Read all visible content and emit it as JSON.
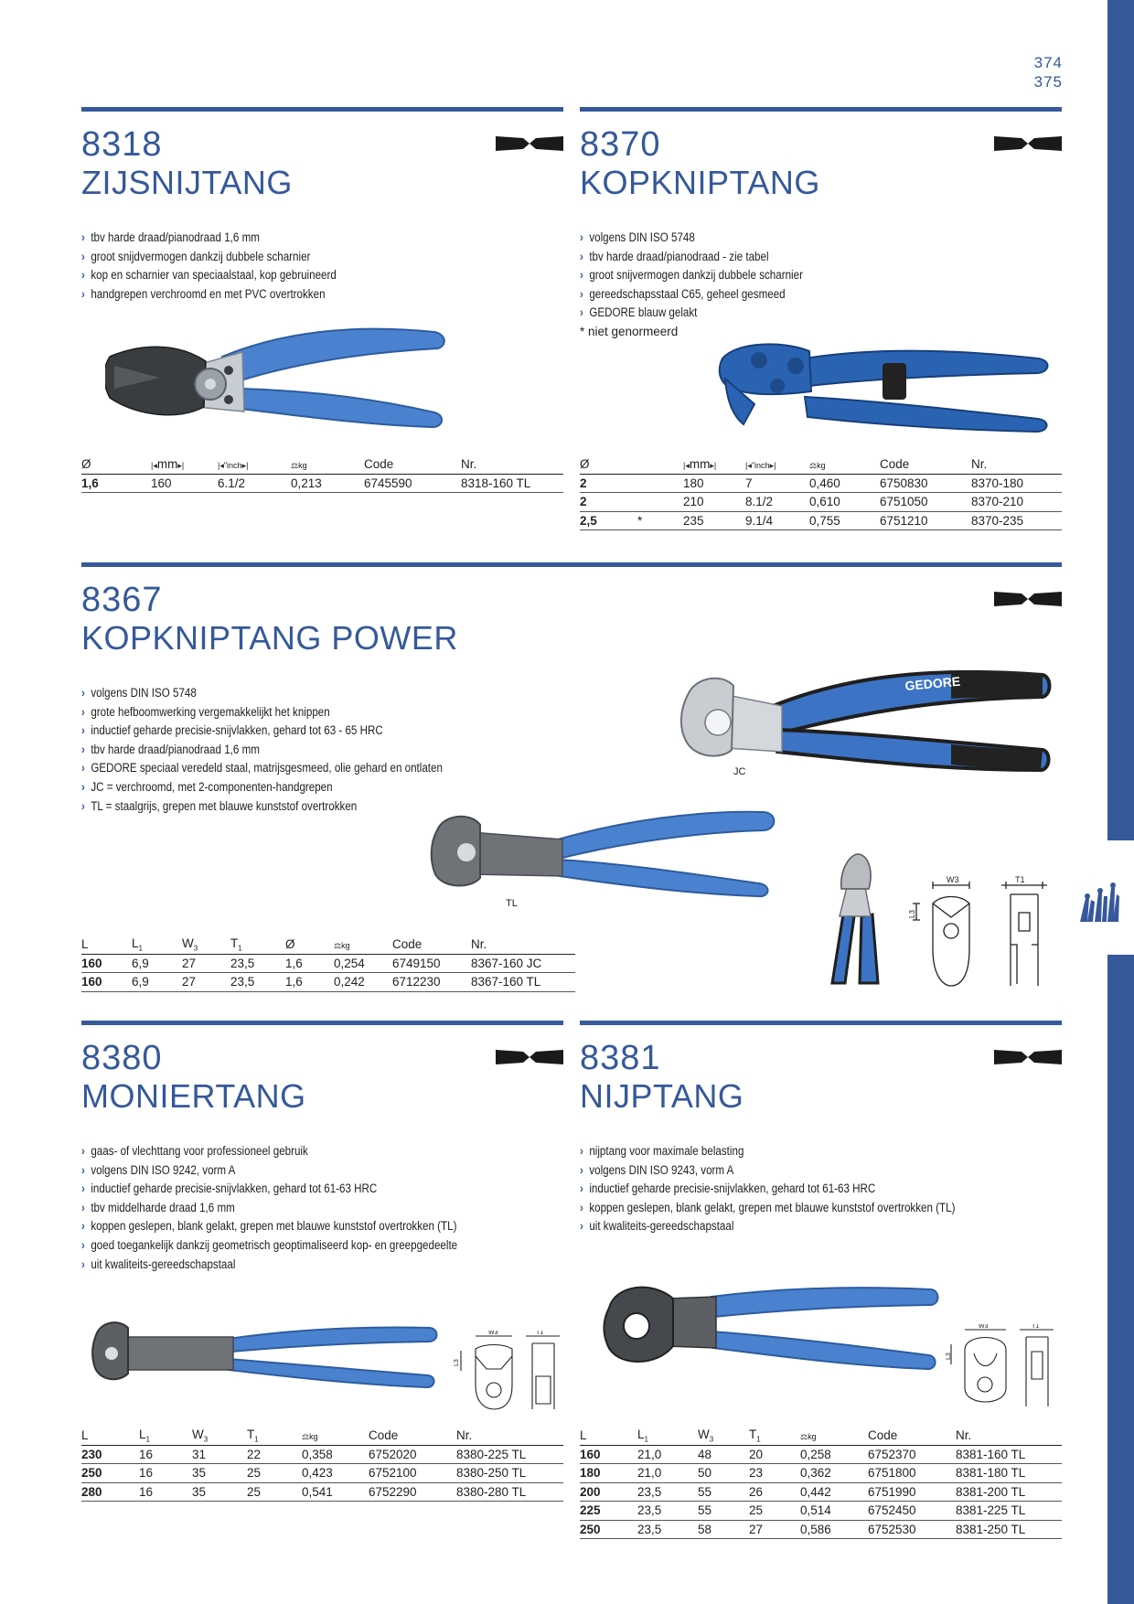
{
  "page": {
    "numbers": [
      "374",
      "375"
    ]
  },
  "colors": {
    "brand_blue": "#35599a",
    "handle_blue": "#4a82cf",
    "steel": "#6f7378",
    "dark": "#1a1a1a"
  },
  "sections": {
    "s8318": {
      "code": "8318",
      "name": "ZIJSNIJTANG",
      "features": [
        "tbv harde draad/pianodraad 1,6 mm",
        "groot snijdvermogen dankzij dubbele scharnier",
        "kop en scharnier van speciaalstaal, kop gebruineerd",
        "handgrepen verchroomd en met PVC overtrokken"
      ],
      "headers": [
        "Ø",
        "mm",
        "\"inch",
        "kg",
        "Code",
        "Nr."
      ],
      "rows": [
        [
          "1,6",
          "160",
          "6.1/2",
          "0,213",
          "6745590",
          "8318-160 TL"
        ]
      ]
    },
    "s8370": {
      "code": "8370",
      "name": "KOPKNIPTANG",
      "features": [
        "volgens DIN ISO 5748",
        "tbv harde draad/pianodraad - zie tabel",
        "groot snijvermogen dankzij dubbele scharnier",
        "gereedschapsstaal C65, geheel gesmeed",
        "GEDORE blauw gelakt"
      ],
      "note": "* niet genormeerd",
      "headers": [
        "Ø",
        "",
        "mm",
        "\"inch",
        "kg",
        "Code",
        "Nr."
      ],
      "rows": [
        [
          "2",
          "",
          "180",
          "7",
          "0,460",
          "6750830",
          "8370-180"
        ],
        [
          "2",
          "",
          "210",
          "8.1/2",
          "0,610",
          "6751050",
          "8370-210"
        ],
        [
          "2,5",
          "*",
          "235",
          "9.1/4",
          "0,755",
          "6751210",
          "8370-235"
        ]
      ]
    },
    "s8367": {
      "code": "8367",
      "name": "KOPKNIPTANG POWER",
      "features": [
        "volgens DIN ISO 5748",
        "grote hefboomwerking vergemakkelijkt het knippen",
        "inductief geharde precisie-snijvlakken, gehard tot 63 - 65 HRC",
        "tbv harde draad/pianodraad 1,6 mm",
        "GEDORE speciaal veredeld staal, matrijsgesmeed, olie gehard en ontlaten",
        "JC = verchroomd, met 2-componenten-handgrepen",
        "TL = staalgrijs, grepen met blauwe kunststof overtrokken"
      ],
      "caption_jc": "JC",
      "caption_tl": "TL",
      "brand": "GEDORE",
      "headers": [
        "L",
        "L1",
        "W3",
        "T1",
        "Ø",
        "kg",
        "Code",
        "Nr."
      ],
      "rows": [
        [
          "160",
          "6,9",
          "27",
          "23,5",
          "1,6",
          "0,254",
          "6749150",
          "8367-160 JC"
        ],
        [
          "160",
          "6,9",
          "27",
          "23,5",
          "1,6",
          "0,242",
          "6712230",
          "8367-160 TL"
        ]
      ],
      "dims": {
        "w3": "W3",
        "t1": "T1",
        "l3": "L3"
      }
    },
    "s8380": {
      "code": "8380",
      "name": "MONIERTANG",
      "features": [
        "gaas- of vlechttang voor professioneel gebruik",
        "volgens DIN ISO 9242,  vorm A",
        "inductief geharde precisie-snijvlakken, gehard tot 61-63 HRC",
        "tbv middelharde draad 1,6 mm",
        "koppen geslepen, blank gelakt, grepen met blauwe kunststof overtrokken (TL)",
        "goed toegankelijk dankzij geometrisch geoptimaliseerd kop- en greepgedeelte",
        "uit kwaliteits-gereedschapstaal"
      ],
      "headers": [
        "L",
        "L1",
        "W3",
        "T1",
        "kg",
        "Code",
        "Nr."
      ],
      "rows": [
        [
          "230",
          "16",
          "31",
          "22",
          "0,358",
          "6752020",
          "8380-225 TL"
        ],
        [
          "250",
          "16",
          "35",
          "25",
          "0,423",
          "6752100",
          "8380-250 TL"
        ],
        [
          "280",
          "16",
          "35",
          "25",
          "0,541",
          "6752290",
          "8380-280 TL"
        ]
      ],
      "dims": {
        "w3": "W3",
        "t1": "T1",
        "l3": "L3"
      }
    },
    "s8381": {
      "code": "8381",
      "name": "NIJPTANG",
      "features": [
        "nijptang voor maximale belasting",
        "volgens DIN ISO 9243, vorm A",
        "inductief geharde precisie-snijvlakken, gehard tot 61-63 HRC",
        "koppen geslepen, blank gelakt, grepen met blauwe kunststof overtrokken (TL)",
        "uit kwaliteits-gereedschapstaal"
      ],
      "headers": [
        "L",
        "L1",
        "W3",
        "T1",
        "kg",
        "Code",
        "Nr."
      ],
      "rows": [
        [
          "160",
          "21,0",
          "48",
          "20",
          "0,258",
          "6752370",
          "8381-160 TL"
        ],
        [
          "180",
          "21,0",
          "50",
          "23",
          "0,362",
          "6751800",
          "8381-180 TL"
        ],
        [
          "200",
          "23,5",
          "55",
          "26",
          "0,442",
          "6751990",
          "8381-200 TL"
        ],
        [
          "225",
          "23,5",
          "55",
          "25",
          "0,514",
          "6752450",
          "8381-225 TL"
        ],
        [
          "250",
          "23,5",
          "58",
          "27",
          "0,586",
          "6752530",
          "8381-250 TL"
        ]
      ],
      "dims": {
        "w3": "W3",
        "t1": "T1",
        "l3": "L3"
      }
    }
  }
}
